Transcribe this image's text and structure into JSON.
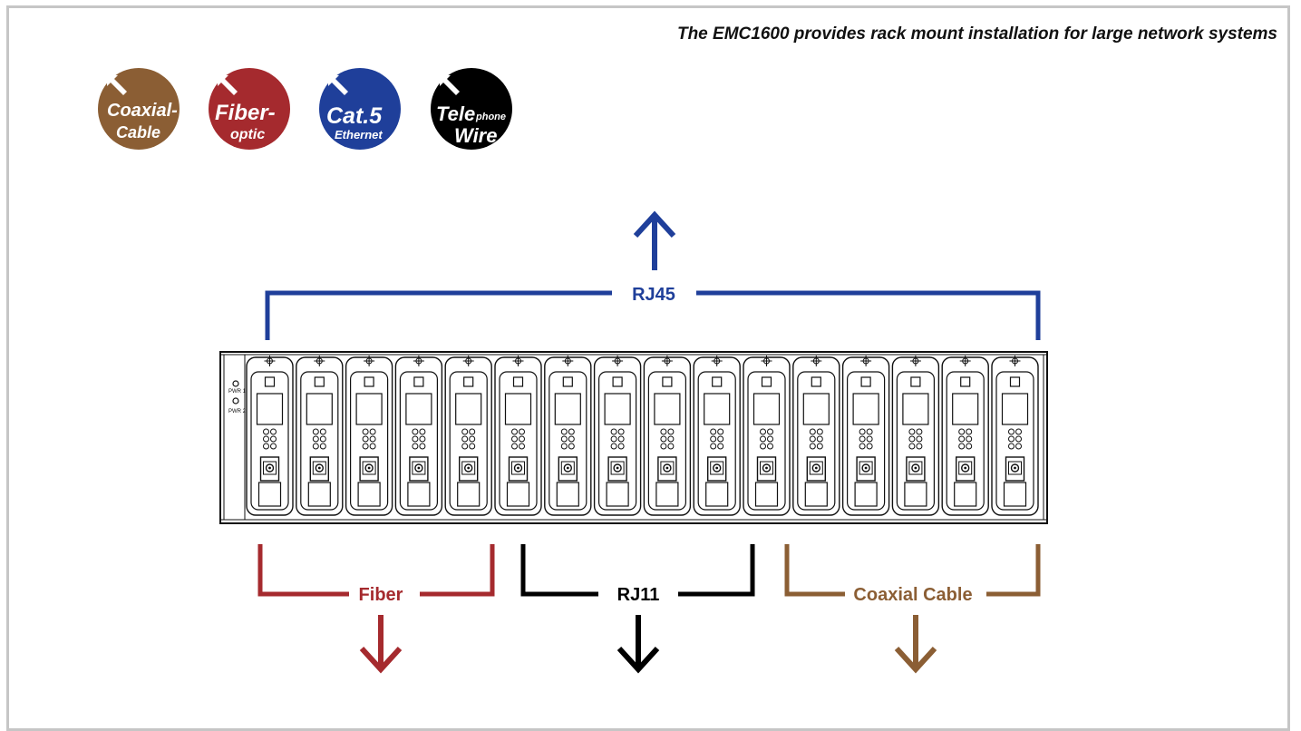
{
  "caption": "The EMC1600 provides rack mount installation for large network systems",
  "badges": [
    {
      "id": "coaxial",
      "color": "#8b5e34",
      "line1": "Coaxial-",
      "line2": "Cable",
      "icon": "arrow-up-left-icon"
    },
    {
      "id": "fiber",
      "color": "#a52a2e",
      "line1": "Fiber-",
      "line2": "optic",
      "icon": "arrow-up-left-icon"
    },
    {
      "id": "cat5",
      "color": "#1f3f9a",
      "line1": "Cat.5",
      "line2": "Ethernet",
      "icon": "arrow-up-left-icon"
    },
    {
      "id": "telephone",
      "color": "#000000",
      "line1a": "Tele",
      "line1b": "phone",
      "line2": "Wire",
      "icon": "arrow-up-left-icon"
    }
  ],
  "groups": {
    "rj45": {
      "label": "RJ45",
      "color": "#1f3f9a"
    },
    "fiber": {
      "label": "Fiber",
      "color": "#a52a2e"
    },
    "rj11": {
      "label": "RJ11",
      "color": "#000000"
    },
    "coax": {
      "label": "Coaxial Cable",
      "color": "#8b5e34"
    }
  },
  "chassis": {
    "slot_count": 16,
    "power_labels": [
      "PWR 1",
      "PWR 2"
    ]
  }
}
